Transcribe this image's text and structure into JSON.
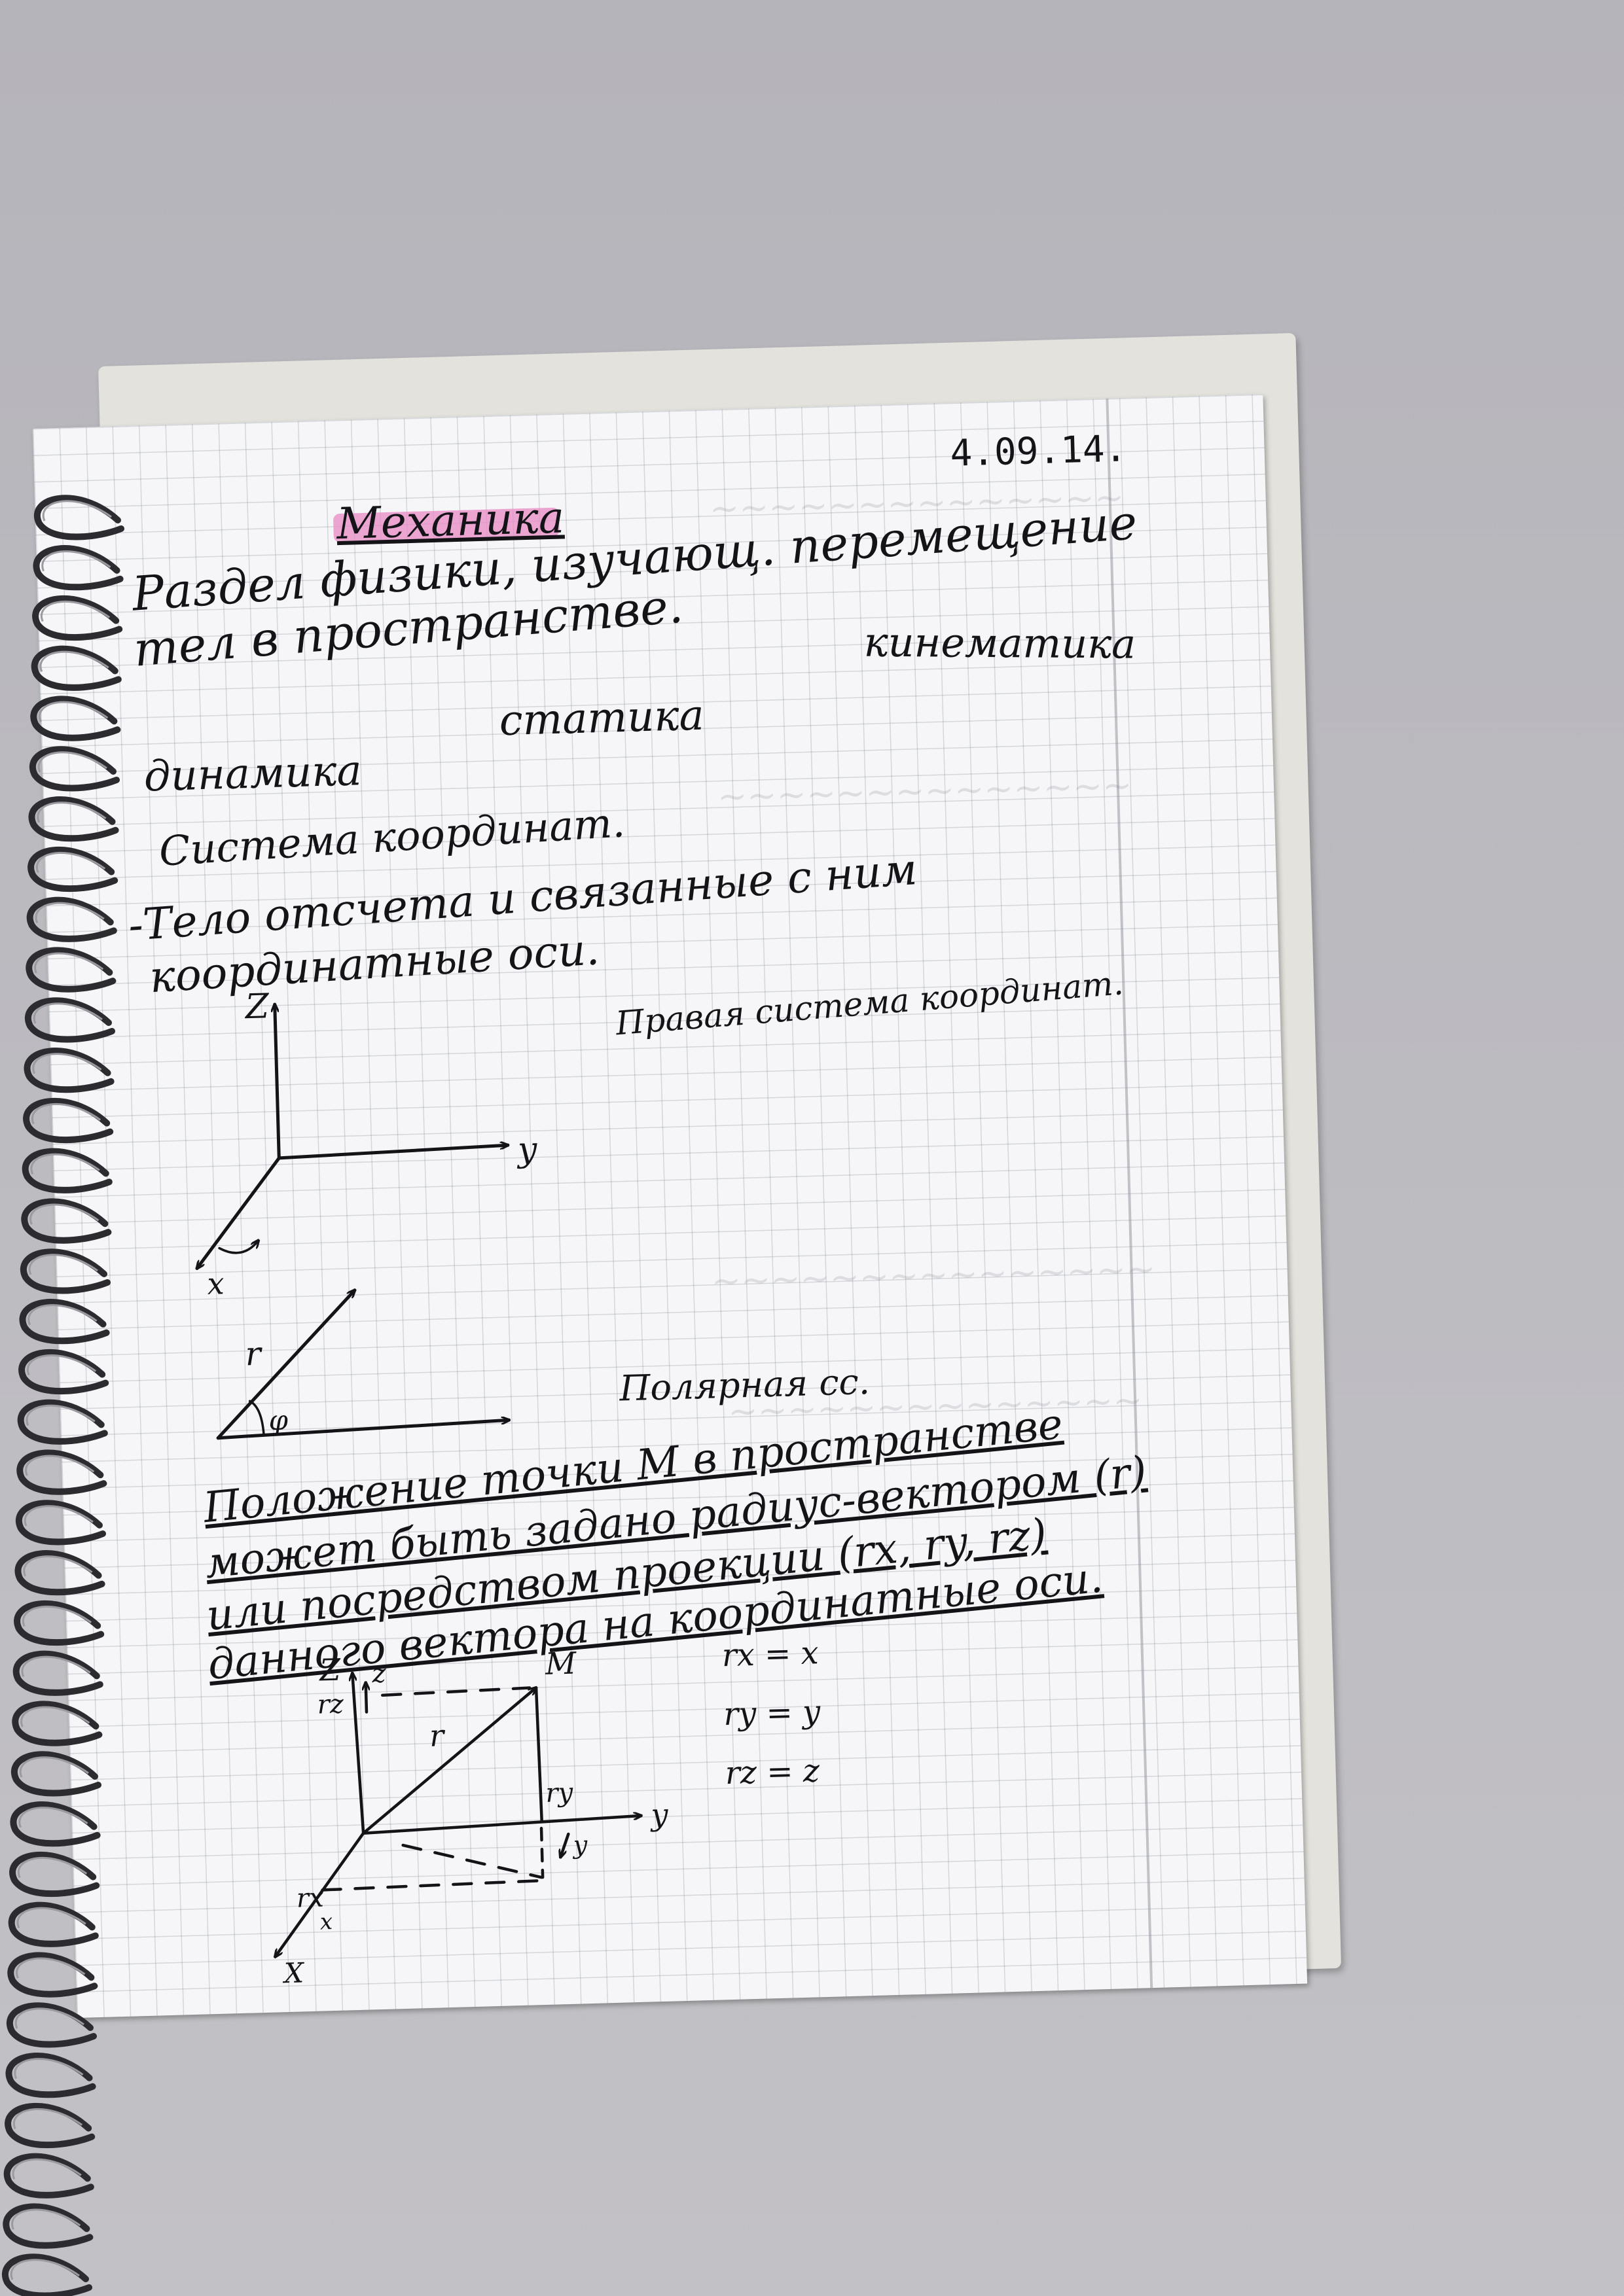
{
  "page": {
    "date": "4.09.14.",
    "title": "Механика",
    "title_highlight_color": "#e889c4",
    "ink_color": "#141418",
    "lines": [
      "Раздел физики, изучающ. перемещение",
      "тел в пространстве.",
      "кинематика",
      "динамика",
      "статика",
      "Система координат.",
      "-Тело отсчета и связанные с ним",
      "координатные оси.",
      "Правая система координат.",
      "Полярная сс.",
      "Положение точки М в пространстве",
      "может быть задано радиус-вектором (r)",
      "или посредством проекции (rx, ry, rz)",
      "данного вектора на координатные оси."
    ],
    "axes_labels": {
      "z": "Z",
      "y": "y",
      "x": "x",
      "r": "r",
      "phi": "φ"
    },
    "figure3_labels": {
      "z": "Z",
      "z_proj": "z",
      "rz": "rz",
      "m": "M",
      "r": "r",
      "ry": "ry",
      "y": "y",
      "y_proj": "y",
      "rx": "rx",
      "x_proj": "x",
      "x": "X"
    },
    "equations": [
      "rx = x",
      "ry = y",
      "rz = z"
    ]
  }
}
